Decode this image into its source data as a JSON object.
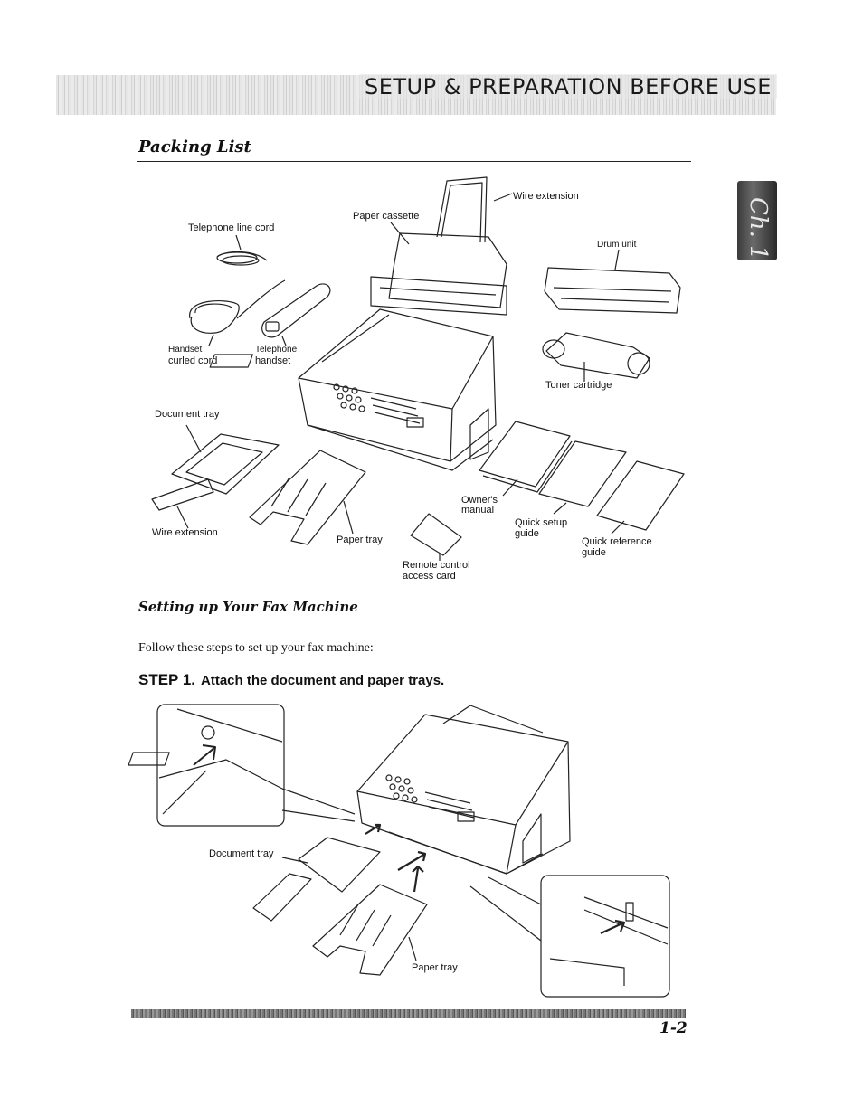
{
  "banner": {
    "title": "SETUP & PREPARATION BEFORE USE"
  },
  "chapter_tab": {
    "label": "Ch. 1"
  },
  "packing_list": {
    "heading": "Packing List",
    "labels": {
      "telephone_line_cord": "Telephone line cord",
      "paper_cassette": "Paper cassette",
      "wire_extension_top": "Wire extension",
      "drum_unit": "Drum unit",
      "handset_curled_cord": [
        "Handset",
        "curled cord"
      ],
      "telephone_handset": [
        "Telephone",
        "handset"
      ],
      "toner_cartridge": "Toner cartridge",
      "document_tray": "Document tray",
      "wire_extension_bottom": "Wire extension",
      "paper_tray": "Paper tray",
      "owners_manual": [
        "Owner's",
        "manual"
      ],
      "quick_setup_guide": [
        "Quick setup",
        "guide"
      ],
      "quick_reference_guide": [
        "Quick reference",
        "guide"
      ],
      "remote_control_card": [
        "Remote control",
        "access card"
      ]
    }
  },
  "setup": {
    "heading": "Setting up Your Fax Machine",
    "intro": "Follow these steps to set up your fax machine:",
    "step_number": "STEP 1.",
    "step_text": "Attach the document and paper trays.",
    "labels": {
      "document_tray": "Document tray",
      "paper_tray": "Paper tray"
    }
  },
  "footer": {
    "page_number": "1-2"
  }
}
